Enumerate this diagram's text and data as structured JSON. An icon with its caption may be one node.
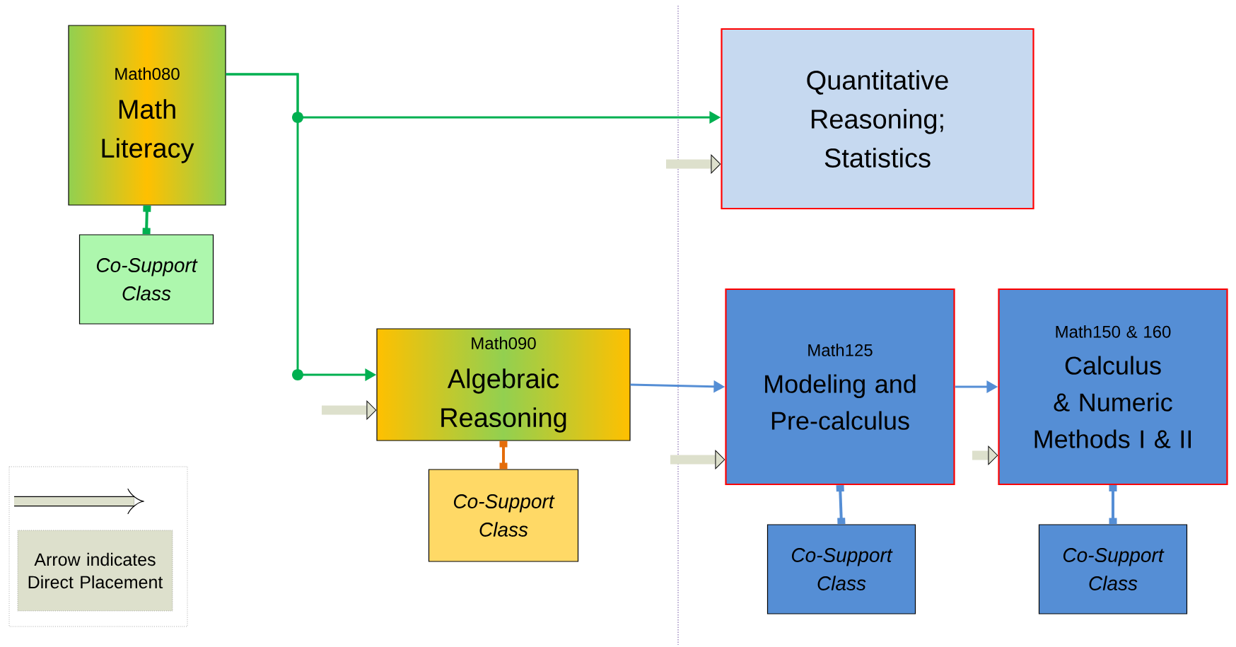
{
  "diagram": {
    "nodes": [
      {
        "text": [
          "Math080",
          "Math Literacy"
        ]
      },
      {
        "text": [
          "Co-Support Class"
        ]
      },
      {
        "text": [
          "Quantitative Reasoning; Statistics"
        ]
      },
      {
        "text": [
          "Math090",
          "Algebraic Reasoning"
        ]
      },
      {
        "text": [
          "Co-Support Class"
        ]
      },
      {
        "text": [
          "Math125",
          "Modeling and Pre-calculus"
        ]
      },
      {
        "text": [
          "Math150 & 160",
          "Calculus & Numeric Methods I & II"
        ]
      },
      {
        "text": [
          "Co-Support Class"
        ]
      },
      {
        "text": [
          "Co-Support Class"
        ]
      }
    ],
    "edges": [
      {
        "from": 0,
        "to": 2,
        "arrow": "to",
        "color": "#00b050"
      },
      {
        "from": 0,
        "to": 3,
        "arrow": "to",
        "color": "#00b050"
      },
      {
        "from": 0,
        "to": 1,
        "arrow": "other",
        "color": "#00b050"
      },
      {
        "from": 3,
        "to": 4,
        "arrow": "other",
        "color": "#e46c0a"
      },
      {
        "from": 3,
        "to": 5,
        "arrow": "to",
        "color": "#558ed5"
      },
      {
        "from": 5,
        "to": 6,
        "arrow": "to",
        "color": "#558ed5"
      },
      {
        "from": 5,
        "to": 7,
        "arrow": "other",
        "color": "#558ed5"
      },
      {
        "from": 6,
        "to": 8,
        "arrow": "other",
        "color": "#558ed5"
      },
      {
        "from": null,
        "to": 2,
        "arrow": "to",
        "style": "thick",
        "color": "#dde0cc"
      },
      {
        "from": null,
        "to": 3,
        "arrow": "to",
        "style": "thick",
        "color": "#dde0cc"
      },
      {
        "from": null,
        "to": 5,
        "arrow": "to",
        "style": "thick",
        "color": "#dde0cc"
      },
      {
        "from": null,
        "to": 6,
        "arrow": "to",
        "style": "thick",
        "color": "#dde0cc"
      }
    ],
    "legend": [
      {
        "text": "Arrow indicates Direct Placement"
      }
    ]
  }
}
